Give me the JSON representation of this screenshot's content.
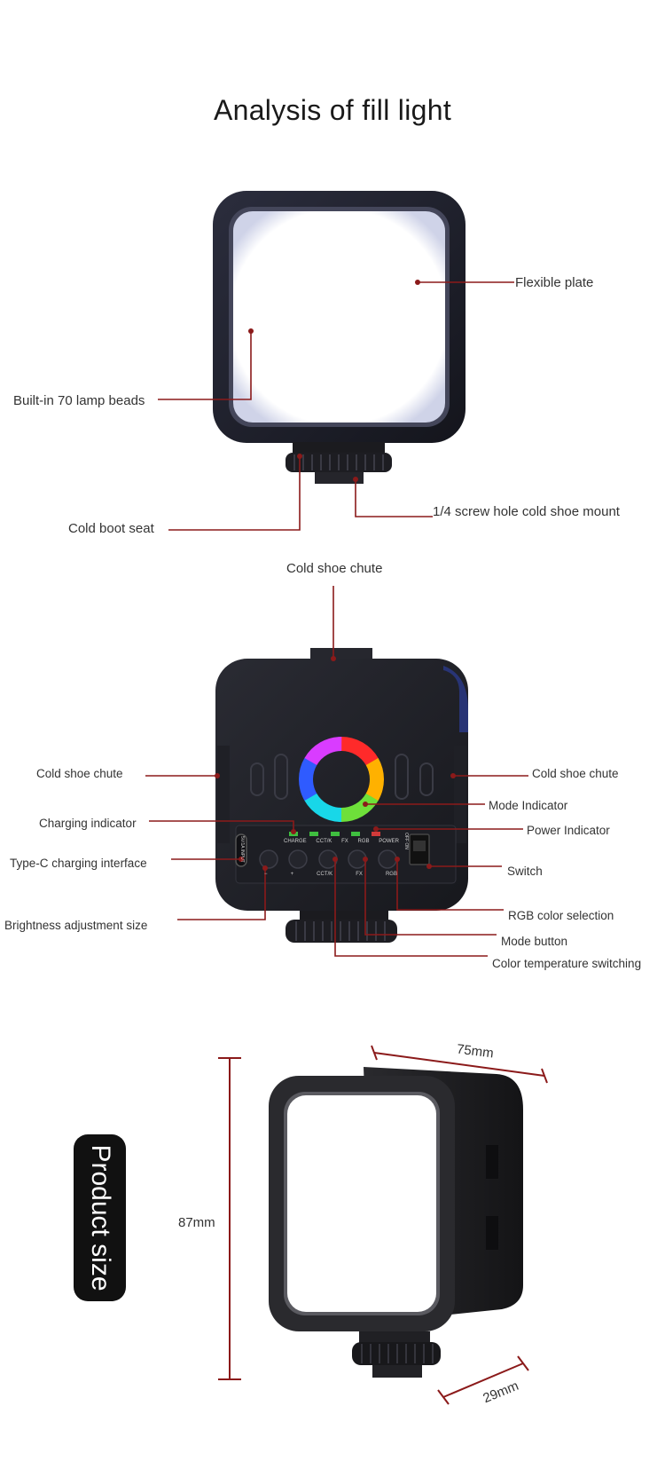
{
  "title": "Analysis of fill light",
  "section1": {
    "flexible_plate": "Flexible plate",
    "lamp_beads": "Built-in 70 lamp beads",
    "screw_mount": "1/4 screw hole cold shoe mount",
    "cold_boot_seat": "Cold boot seat"
  },
  "section2": {
    "chute_top": "Cold shoe chute",
    "chute_left": "Cold shoe chute",
    "chute_right": "Cold shoe chute",
    "mode_indicator": "Mode Indicator",
    "charging_indicator": "Charging indicator",
    "power_indicator": "Power Indicator",
    "type_c": "Type-C charging interface",
    "switch": "Switch",
    "brightness": "Brightness adjustment size",
    "rgb_selection": "RGB color selection",
    "mode_button": "Mode button",
    "color_temp": "Color temperature switching",
    "panel_labels": [
      "CHARGE",
      "CCT/K",
      "FX",
      "RGB",
      "POWER"
    ],
    "button_labels": [
      "−",
      "+",
      "CCT/K",
      "FX",
      "RGB"
    ],
    "port_text": "5V/1A INPUT",
    "switch_text": "OFF ON"
  },
  "section3": {
    "badge": "Product size",
    "width": "75mm",
    "height": "87mm",
    "depth": "29mm"
  },
  "colors": {
    "accent_line": "#8b1a1a",
    "device_body": "#1c1c22",
    "panel_light": "#ffffff"
  }
}
